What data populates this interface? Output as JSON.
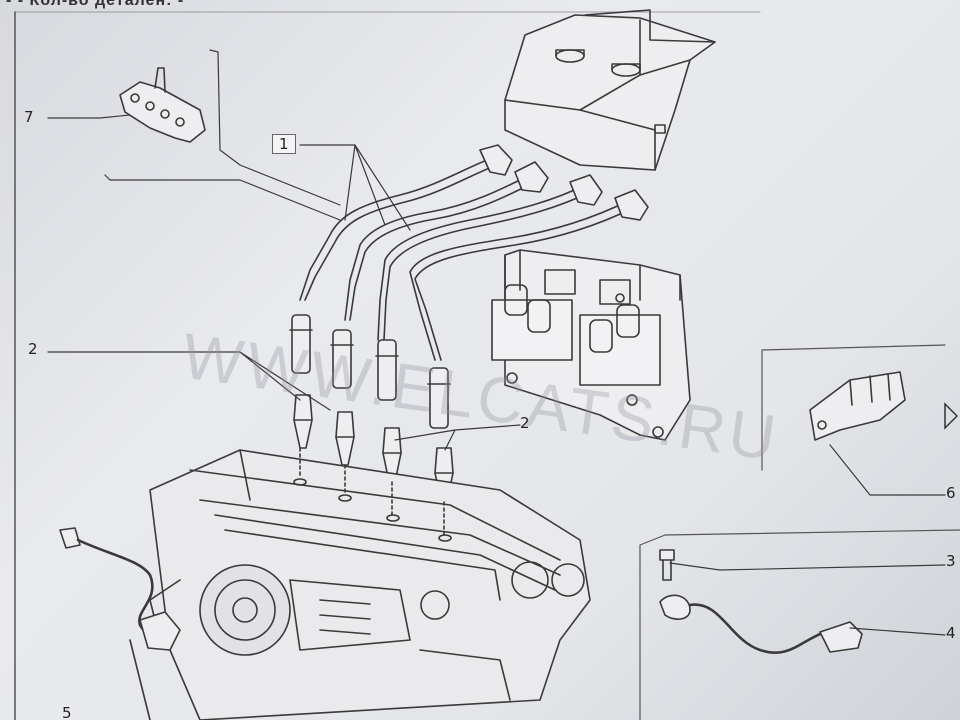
{
  "page": {
    "header_caption": "- - Кол-во детален: -",
    "watermark": "WWW.ELCATS.RU"
  },
  "callouts": [
    {
      "id": "7",
      "label": "7"
    },
    {
      "id": "1",
      "label": "1"
    },
    {
      "id": "2a",
      "label": "2"
    },
    {
      "id": "2b",
      "label": "2"
    },
    {
      "id": "6",
      "label": "6"
    },
    {
      "id": "3",
      "label": "3"
    },
    {
      "id": "4",
      "label": "4"
    },
    {
      "id": "5",
      "label": "5"
    }
  ],
  "colors": {
    "line": "#3a3a3a",
    "paper": "#e6e7eb"
  },
  "icons": {
    "next_arrow": "triangle-right-icon"
  }
}
